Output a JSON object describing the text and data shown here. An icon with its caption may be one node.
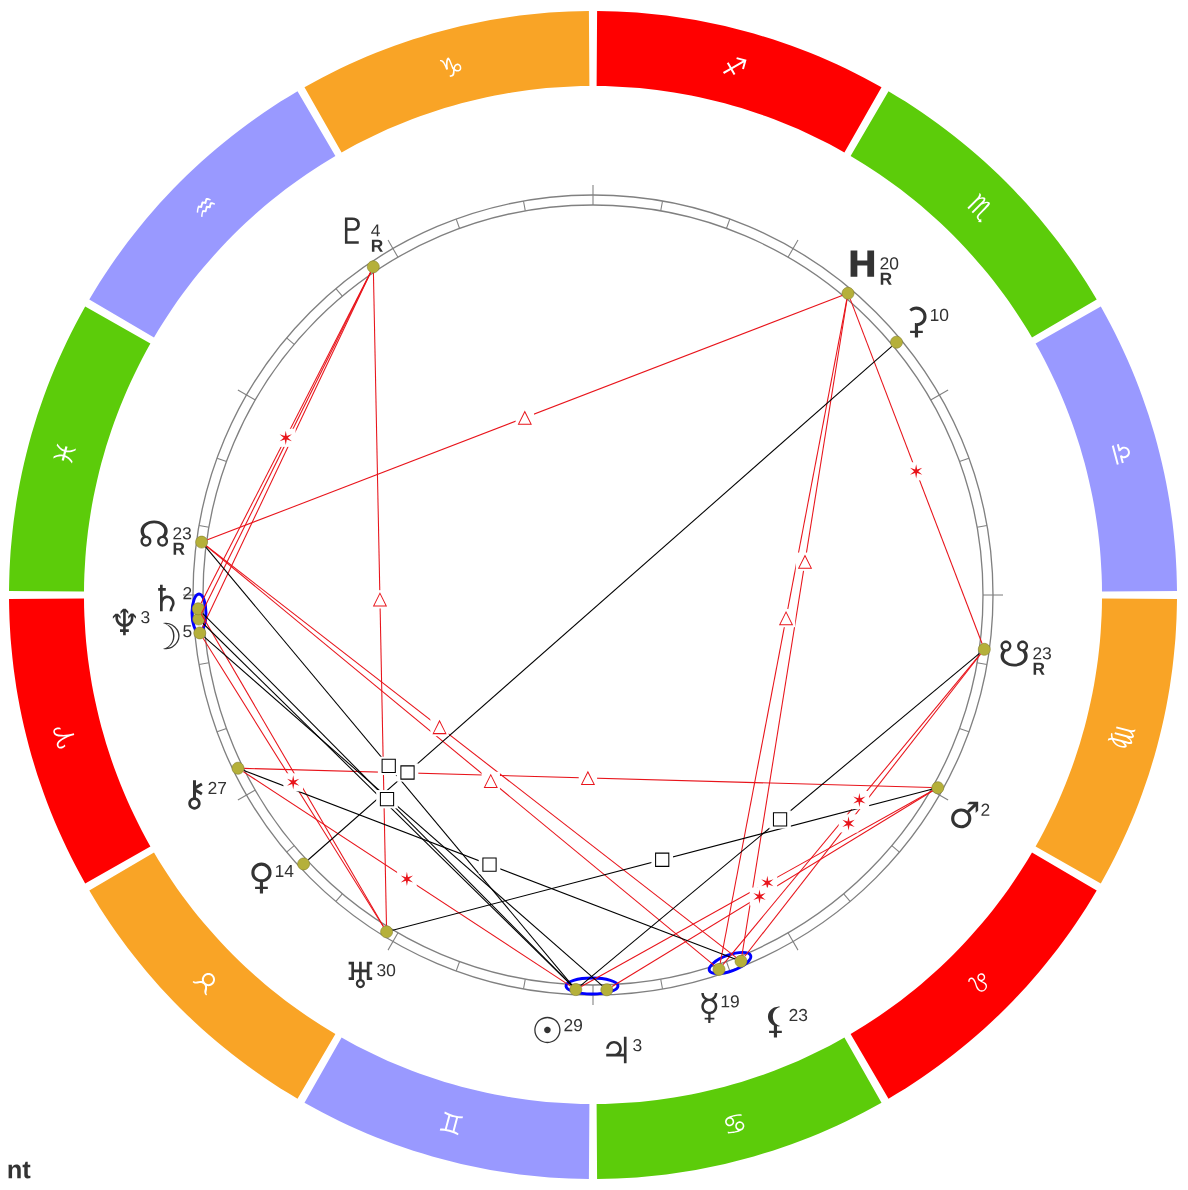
{
  "diagram": {
    "nodes": [
      {
        "text": [
          "♇",
          "4",
          "R"
        ]
      },
      {
        "text": [
          "H",
          "20",
          "R"
        ]
      },
      {
        "text": [
          "⚳",
          "10"
        ]
      },
      {
        "text": [
          "☊",
          "23",
          "R"
        ]
      },
      {
        "text": [
          "♆",
          "3"
        ]
      },
      {
        "text": [
          "♄",
          "2"
        ]
      },
      {
        "text": [
          "☽",
          "5"
        ]
      },
      {
        "text": [
          "☋",
          "23",
          "R"
        ]
      },
      {
        "text": [
          "⚷",
          "27"
        ]
      },
      {
        "text": [
          "♂",
          "2"
        ]
      },
      {
        "text": [
          "♀",
          "14"
        ]
      },
      {
        "text": [
          "♅",
          "30"
        ]
      },
      {
        "text": [
          "☉",
          "29"
        ]
      },
      {
        "text": [
          "☿",
          "19"
        ]
      },
      {
        "text": [
          "⚸",
          "23"
        ]
      },
      {
        "text": [
          "♃",
          "3"
        ]
      },
      {
        "text": [
          "♑"
        ]
      },
      {
        "text": [
          "♐"
        ]
      },
      {
        "text": [
          "♒"
        ]
      },
      {
        "text": [
          "♏"
        ]
      },
      {
        "text": [
          "♓"
        ]
      },
      {
        "text": [
          "♎"
        ]
      },
      {
        "text": [
          "♈"
        ]
      },
      {
        "text": [
          "♍"
        ]
      },
      {
        "text": [
          "♉"
        ]
      },
      {
        "text": [
          "♌"
        ]
      },
      {
        "text": [
          "♊"
        ]
      },
      {
        "text": [
          "♋"
        ]
      }
    ],
    "edges": [
      {
        "from": 0,
        "to": 5,
        "arrow": "none",
        "label": "✶"
      },
      {
        "from": 0,
        "to": 6,
        "arrow": "none"
      },
      {
        "from": 0,
        "to": 4,
        "arrow": "none"
      },
      {
        "from": 0,
        "to": 11,
        "arrow": "none",
        "label": "△"
      },
      {
        "from": 3,
        "to": 1,
        "arrow": "none",
        "label": "△"
      },
      {
        "from": 1,
        "to": 7,
        "arrow": "none",
        "label": "✶"
      },
      {
        "from": 1,
        "to": 13,
        "arrow": "none",
        "label": "△"
      },
      {
        "from": 1,
        "to": 14,
        "arrow": "none",
        "label": "△"
      },
      {
        "from": 3,
        "to": 13,
        "arrow": "none",
        "label": "△"
      },
      {
        "from": 3,
        "to": 14,
        "arrow": "none",
        "label": "△"
      },
      {
        "from": 8,
        "to": 9,
        "arrow": "none",
        "label": "△"
      },
      {
        "from": 6,
        "to": 11,
        "arrow": "none",
        "label": "✶"
      },
      {
        "from": 5,
        "to": 11,
        "arrow": "none"
      },
      {
        "from": 8,
        "to": 12,
        "arrow": "none",
        "label": "✶"
      },
      {
        "from": 9,
        "to": 12,
        "arrow": "none",
        "label": "✶"
      },
      {
        "from": 9,
        "to": 15,
        "arrow": "none",
        "label": "✶"
      },
      {
        "from": 7,
        "to": 13,
        "arrow": "none",
        "label": "✶"
      },
      {
        "from": 7,
        "to": 14,
        "arrow": "none",
        "label": "✶"
      },
      {
        "from": 2,
        "to": 10,
        "arrow": "none",
        "label": "□",
        "color": "#000000"
      },
      {
        "from": 3,
        "to": 12,
        "arrow": "none",
        "label": "□",
        "color": "#000000"
      },
      {
        "from": 5,
        "to": 12,
        "arrow": "none",
        "label": "□",
        "color": "#000000"
      },
      {
        "from": 6,
        "to": 15,
        "arrow": "none",
        "color": "#000000"
      },
      {
        "from": 4,
        "to": 12,
        "arrow": "none",
        "color": "#000000"
      },
      {
        "from": 8,
        "to": 14,
        "arrow": "none",
        "label": "□",
        "color": "#000000"
      },
      {
        "from": 11,
        "to": 9,
        "arrow": "none",
        "label": "□",
        "color": "#000000"
      },
      {
        "from": 7,
        "to": 12,
        "arrow": "none",
        "label": "□",
        "color": "#000000"
      }
    ],
    "labels": [
      "nt"
    ]
  }
}
